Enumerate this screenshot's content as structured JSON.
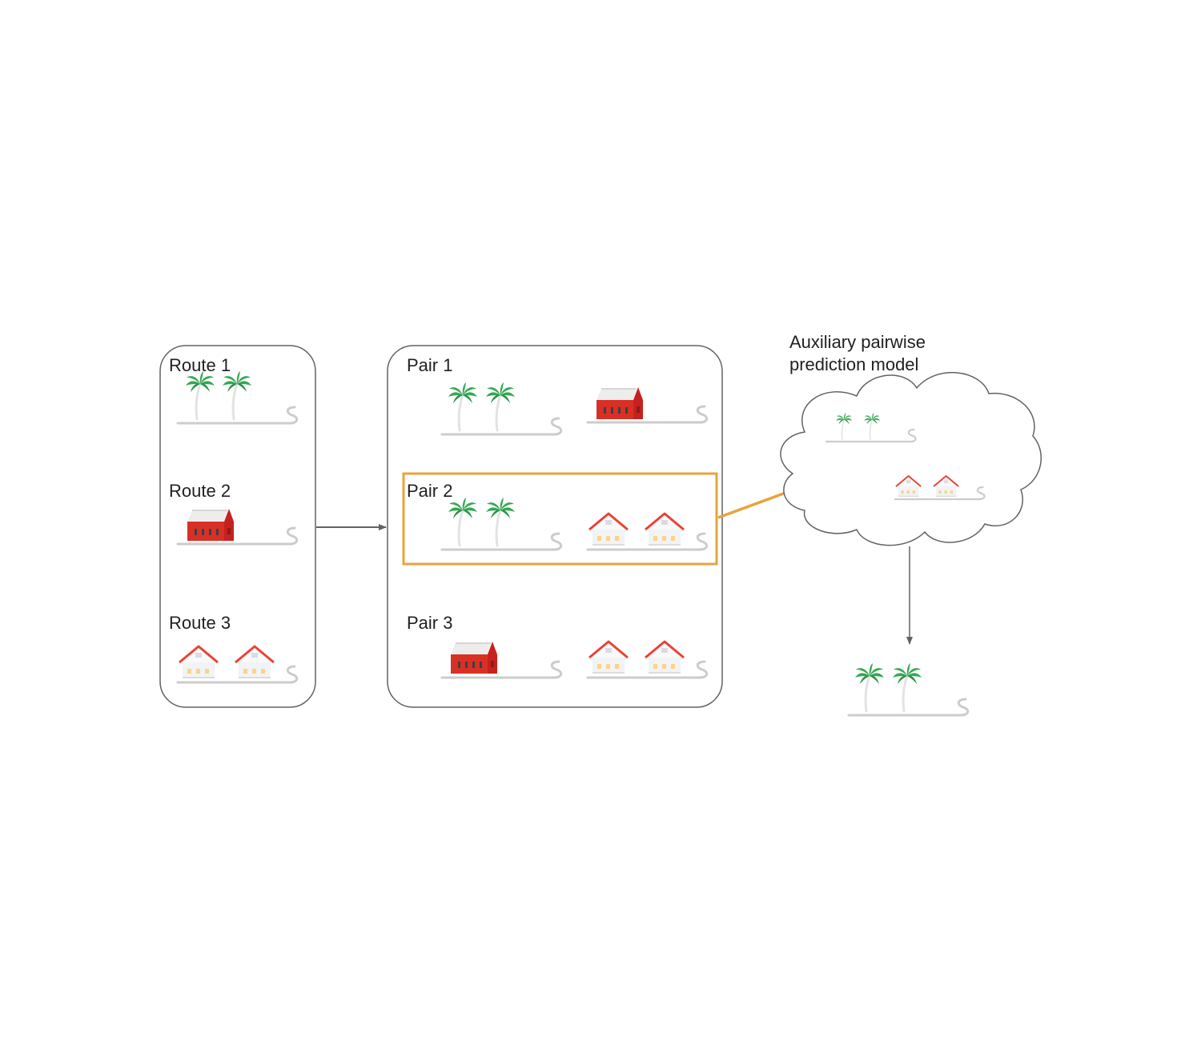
{
  "routes": {
    "items": [
      {
        "label": "Route 1",
        "content": "palm-trees"
      },
      {
        "label": "Route 2",
        "content": "red-barn"
      },
      {
        "label": "Route 3",
        "content": "white-houses"
      }
    ]
  },
  "pairs": {
    "items": [
      {
        "label": "Pair 1",
        "left": "palm-trees",
        "right": "red-barn"
      },
      {
        "label": "Pair 2",
        "left": "palm-trees",
        "right": "white-houses",
        "highlighted": true
      },
      {
        "label": "Pair 3",
        "left": "red-barn",
        "right": "white-houses"
      }
    ]
  },
  "model": {
    "title_line1": "Auxiliary pairwise",
    "title_line2": "prediction model"
  },
  "output": {
    "content": "palm-trees"
  },
  "colors": {
    "panel_border": "#5f6368",
    "highlight": "#e8a33d",
    "arrow": "#5f6368",
    "road": "#cccccc",
    "palm_leaf": "#34a853",
    "barn": "#d93025",
    "house_roof": "#ea4335",
    "house_wall": "#f1f3f4",
    "window": "#fbd38d"
  }
}
